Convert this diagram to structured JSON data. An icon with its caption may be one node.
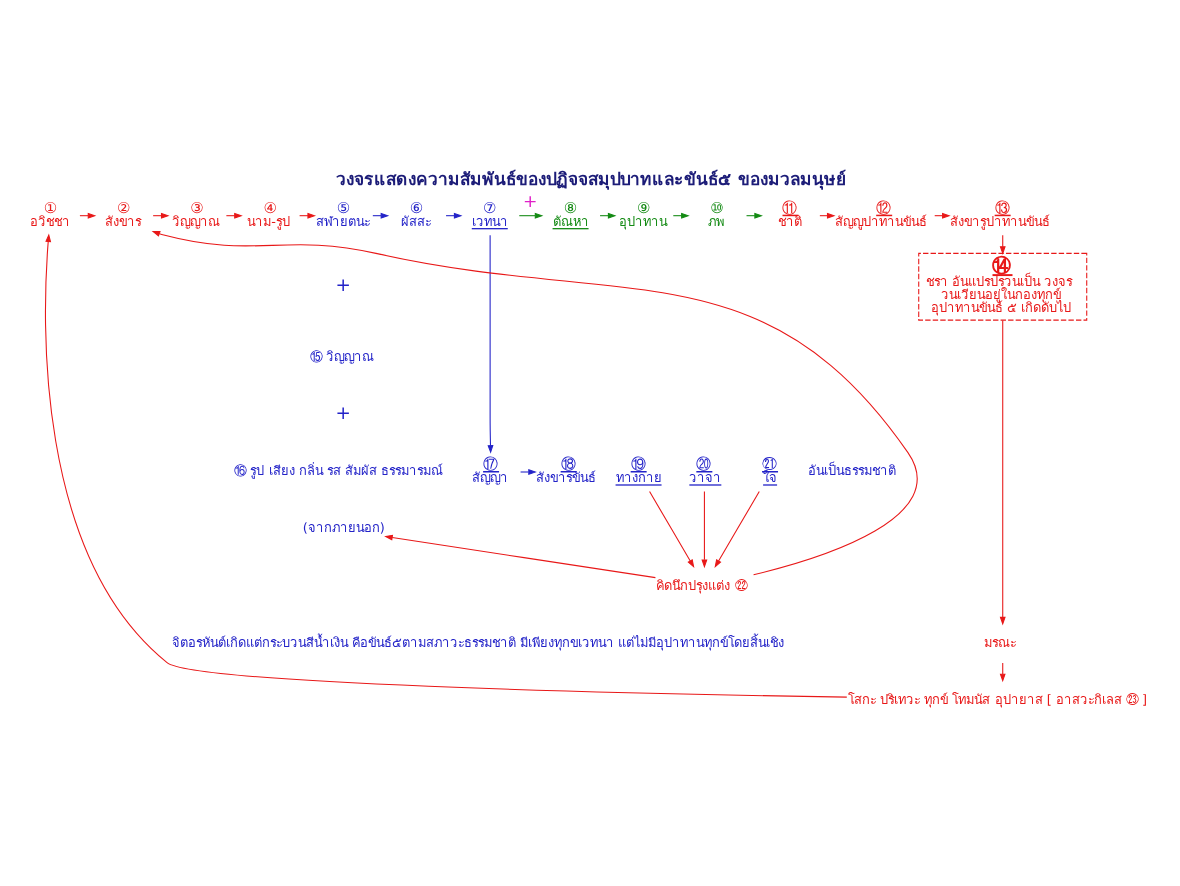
{
  "diagram": {
    "title": "วงจรแสดงความสัมพันธ์ของปฏิจจสมุปบาทและขันธ์๕ ของมวลมนุษย์",
    "nodes": [
      {
        "text": [
          "①",
          "อวิชชา"
        ]
      },
      {
        "text": [
          "②",
          "สังขาร"
        ]
      },
      {
        "text": [
          "③",
          "วิญญาณ"
        ]
      },
      {
        "text": [
          "④",
          "นาม-รูป"
        ]
      },
      {
        "text": [
          "⑤",
          "สฬายตนะ"
        ]
      },
      {
        "text": [
          "⑥",
          "ผัสสะ"
        ]
      },
      {
        "text": [
          "⑦",
          "เวทนา"
        ]
      },
      {
        "text": [
          "⑧",
          "ตัณหา"
        ]
      },
      {
        "text": [
          "⑨",
          "อุปาทาน"
        ]
      },
      {
        "text": [
          "⑩",
          "ภพ"
        ]
      },
      {
        "text": [
          "⑪",
          "ชาติ"
        ]
      },
      {
        "text": [
          "⑫",
          "สัญญูปาทานขันธ์"
        ]
      },
      {
        "text": [
          "⑬",
          "สังขารูปาทานขันธ์"
        ]
      },
      {
        "text": [
          "⑭",
          "ชรา อันแปรปรวนเป็น วงจร วนเวียนอยู่ในกองทุกข์ อุปาทานขันธ์ ๕ เกิดดับไป"
        ]
      },
      {
        "text": [
          "⑮ วิญญาณ"
        ]
      },
      {
        "text": [
          "⑯ รูป เสียง กลิ่น รส สัมผัส ธรรมารมณ์"
        ]
      },
      {
        "text": [
          "⑰",
          "สัญญา"
        ]
      },
      {
        "text": [
          "⑱",
          "สังขารขันธ์"
        ]
      },
      {
        "text": [
          "⑲",
          "ทางกาย"
        ]
      },
      {
        "text": [
          "⑳",
          "วาจา"
        ]
      },
      {
        "text": [
          "㉑",
          "ใจ"
        ]
      },
      {
        "text": [
          "(จากภายนอก)"
        ]
      },
      {
        "text": [
          "คิดนึกปรุงแต่ง ㉒"
        ]
      },
      {
        "text": [
          "มรณะ"
        ]
      },
      {
        "text": [
          "โสกะ ปริเทวะ ทุกข์ โทมนัส อุปายาส [ อาสวะกิเลส ㉓ ]"
        ]
      }
    ],
    "edges": [
      {
        "from": 0,
        "to": 1,
        "arrow": "to"
      },
      {
        "from": 1,
        "to": 2,
        "arrow": "to"
      },
      {
        "from": 2,
        "to": 3,
        "arrow": "to"
      },
      {
        "from": 3,
        "to": 4,
        "arrow": "to"
      },
      {
        "from": 4,
        "to": 5,
        "arrow": "to",
        "color": "#2323c8"
      },
      {
        "from": 5,
        "to": 6,
        "arrow": "to",
        "color": "#2323c8"
      },
      {
        "from": 6,
        "to": 7,
        "arrow": "to",
        "label": "+",
        "color": "#138a13"
      },
      {
        "from": 7,
        "to": 8,
        "arrow": "to",
        "color": "#138a13"
      },
      {
        "from": 8,
        "to": 9,
        "arrow": "to",
        "color": "#138a13"
      },
      {
        "from": 9,
        "to": 10,
        "arrow": "to",
        "color": "#138a13"
      },
      {
        "from": 10,
        "to": 11,
        "arrow": "to"
      },
      {
        "from": 11,
        "to": 12,
        "arrow": "to"
      },
      {
        "from": 12,
        "to": 13,
        "arrow": "to"
      },
      {
        "from": 6,
        "to": 16,
        "arrow": "to",
        "color": "#2323c8"
      },
      {
        "from": 16,
        "to": 17,
        "arrow": "to",
        "color": "#2323c8"
      },
      {
        "from": 18,
        "to": 22,
        "arrow": "to"
      },
      {
        "from": 19,
        "to": 22,
        "arrow": "to"
      },
      {
        "from": 20,
        "to": 22,
        "arrow": "to"
      },
      {
        "from": 22,
        "to": 21,
        "arrow": "to"
      },
      {
        "from": 22,
        "to": 1,
        "arrow": "to"
      },
      {
        "from": 13,
        "to": 23,
        "arrow": "to"
      },
      {
        "from": 23,
        "to": 24,
        "arrow": "to"
      },
      {
        "from": 24,
        "to": 0,
        "arrow": "to"
      }
    ],
    "labels": [
      "+",
      "+",
      "อันเป็นธรรมชาติ",
      "จิตอรหันต์เกิดแต่กระบวนสีน้ำเงิน คือขันธ์๕ตามสภาวะธรรมชาติ มีเพียงทุกขเวทนา แต่ไม่มีอุปาทานทุกข์โดยสิ้นเชิง"
    ]
  }
}
